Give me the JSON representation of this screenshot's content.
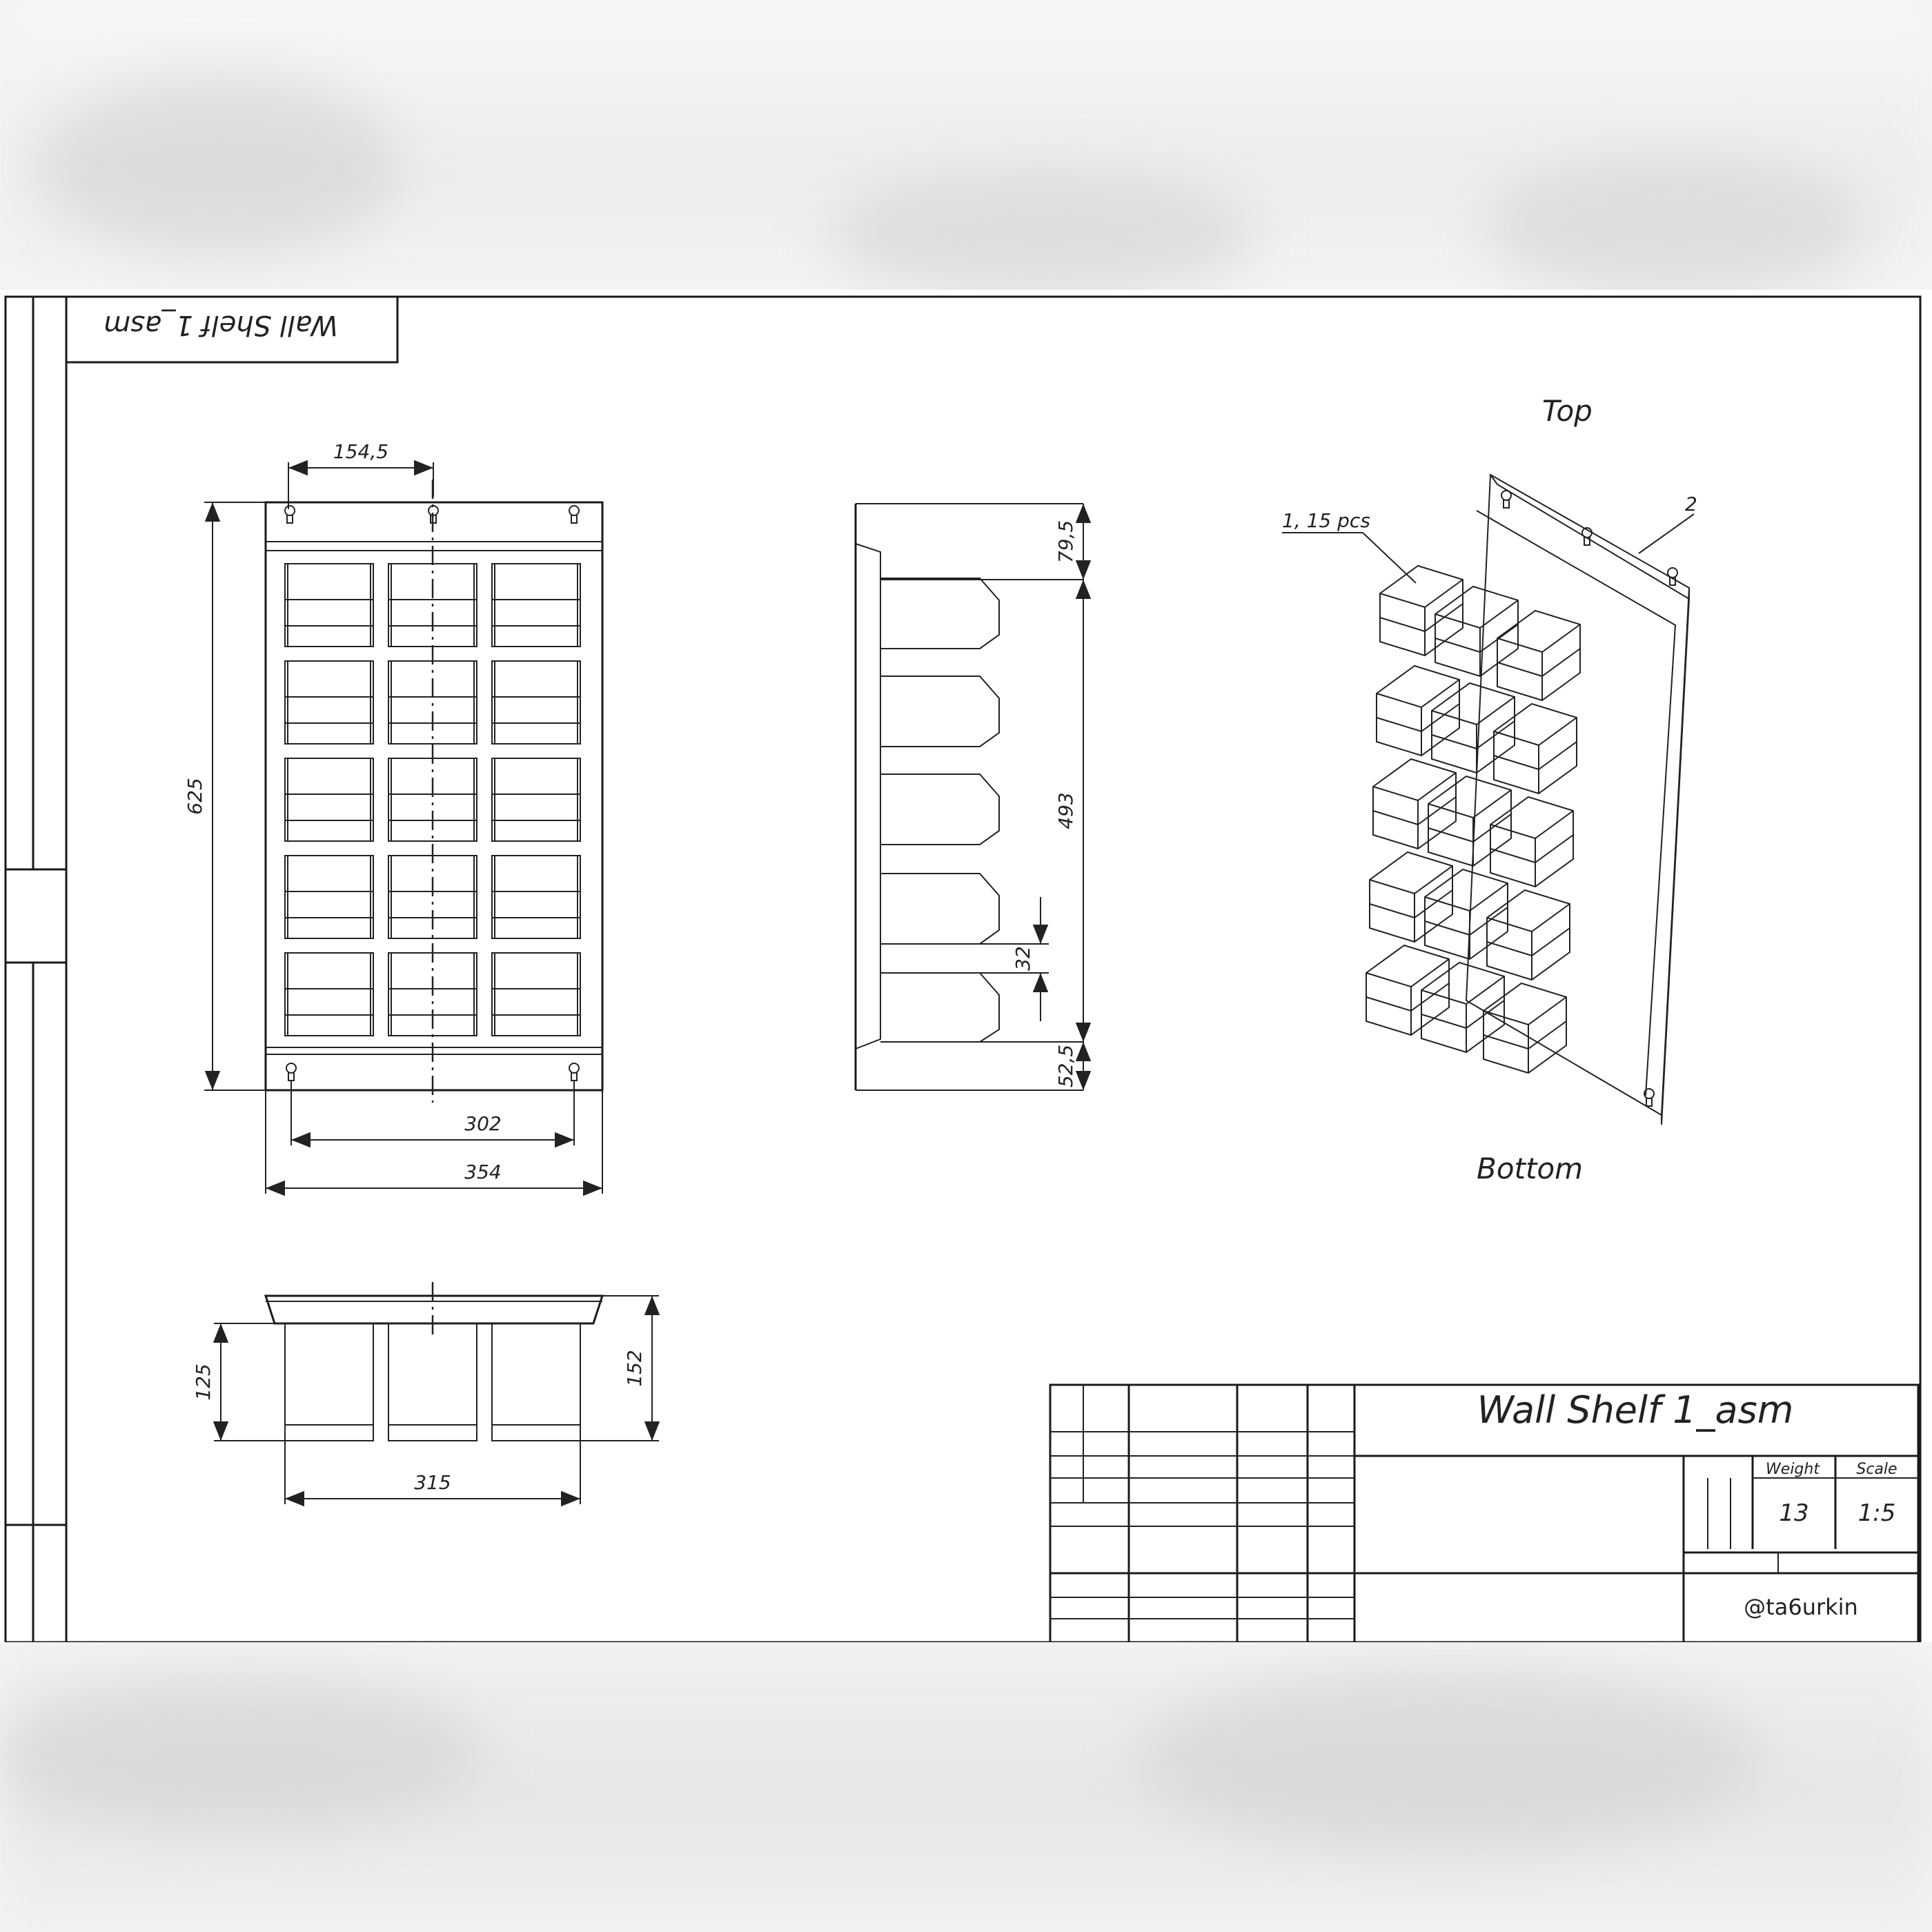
{
  "drawing": {
    "title": "Wall Shelf 1_asm",
    "top_label": "Top",
    "bottom_label": "Bottom",
    "callout_bins": "1, 15 pcs",
    "callout_panel": "2",
    "weight_label": "Weight",
    "weight_value": "13",
    "scale_label": "Scale",
    "scale_value": "1:5",
    "author": "@ta6urkin"
  },
  "dimensions": {
    "front_top_spacing": "154,5",
    "front_height": "625",
    "front_hole_spacing": "302",
    "front_width": "354",
    "side_top": "79,5",
    "side_middle": "493",
    "side_gap": "32",
    "side_bottom": "52,5",
    "bottom_depth": "125",
    "bottom_total_depth": "152",
    "bottom_width": "315"
  }
}
